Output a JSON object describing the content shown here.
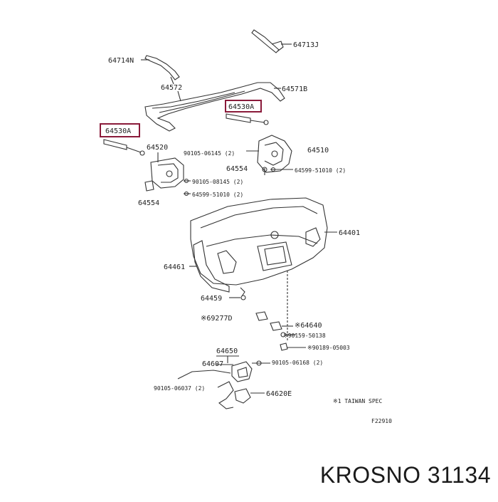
{
  "diagram": {
    "labels": {
      "p64713J": "64713J",
      "p64714N": "64714N",
      "p64572": "64572",
      "p64571B": "64571B",
      "p64530A_right": "64530A",
      "p64530A_left": "64530A",
      "p64520": "64520",
      "p90105_06145": "90105-06145 (2)",
      "p64510": "64510",
      "p64554_right": "64554",
      "p64599_51010_right": "64599-51010 (2)",
      "p90105_08145": "90105-08145 (2)",
      "p64599_51010_left": "64599-51010 (2)",
      "p64554_left": "64554",
      "p64401": "64401",
      "p64461": "64461",
      "p64459": "64459",
      "p69277D": "※69277D",
      "p64640": "※64640",
      "p90159_50138": "※90159-50138",
      "p90189_05003": "※90189-05003",
      "p64650": "64650",
      "p64607": "64607",
      "p90105_06168": "90105-06168 (2)",
      "p90105_06037": "90105-06037 (2)",
      "p64620E": "64620E",
      "note_taiwan": "※1 TAIWAN SPEC",
      "drawing_code": "F22910"
    },
    "highlight_color": "#8a1a3a"
  },
  "footer": {
    "brand_text": "KROSNO 31134"
  }
}
